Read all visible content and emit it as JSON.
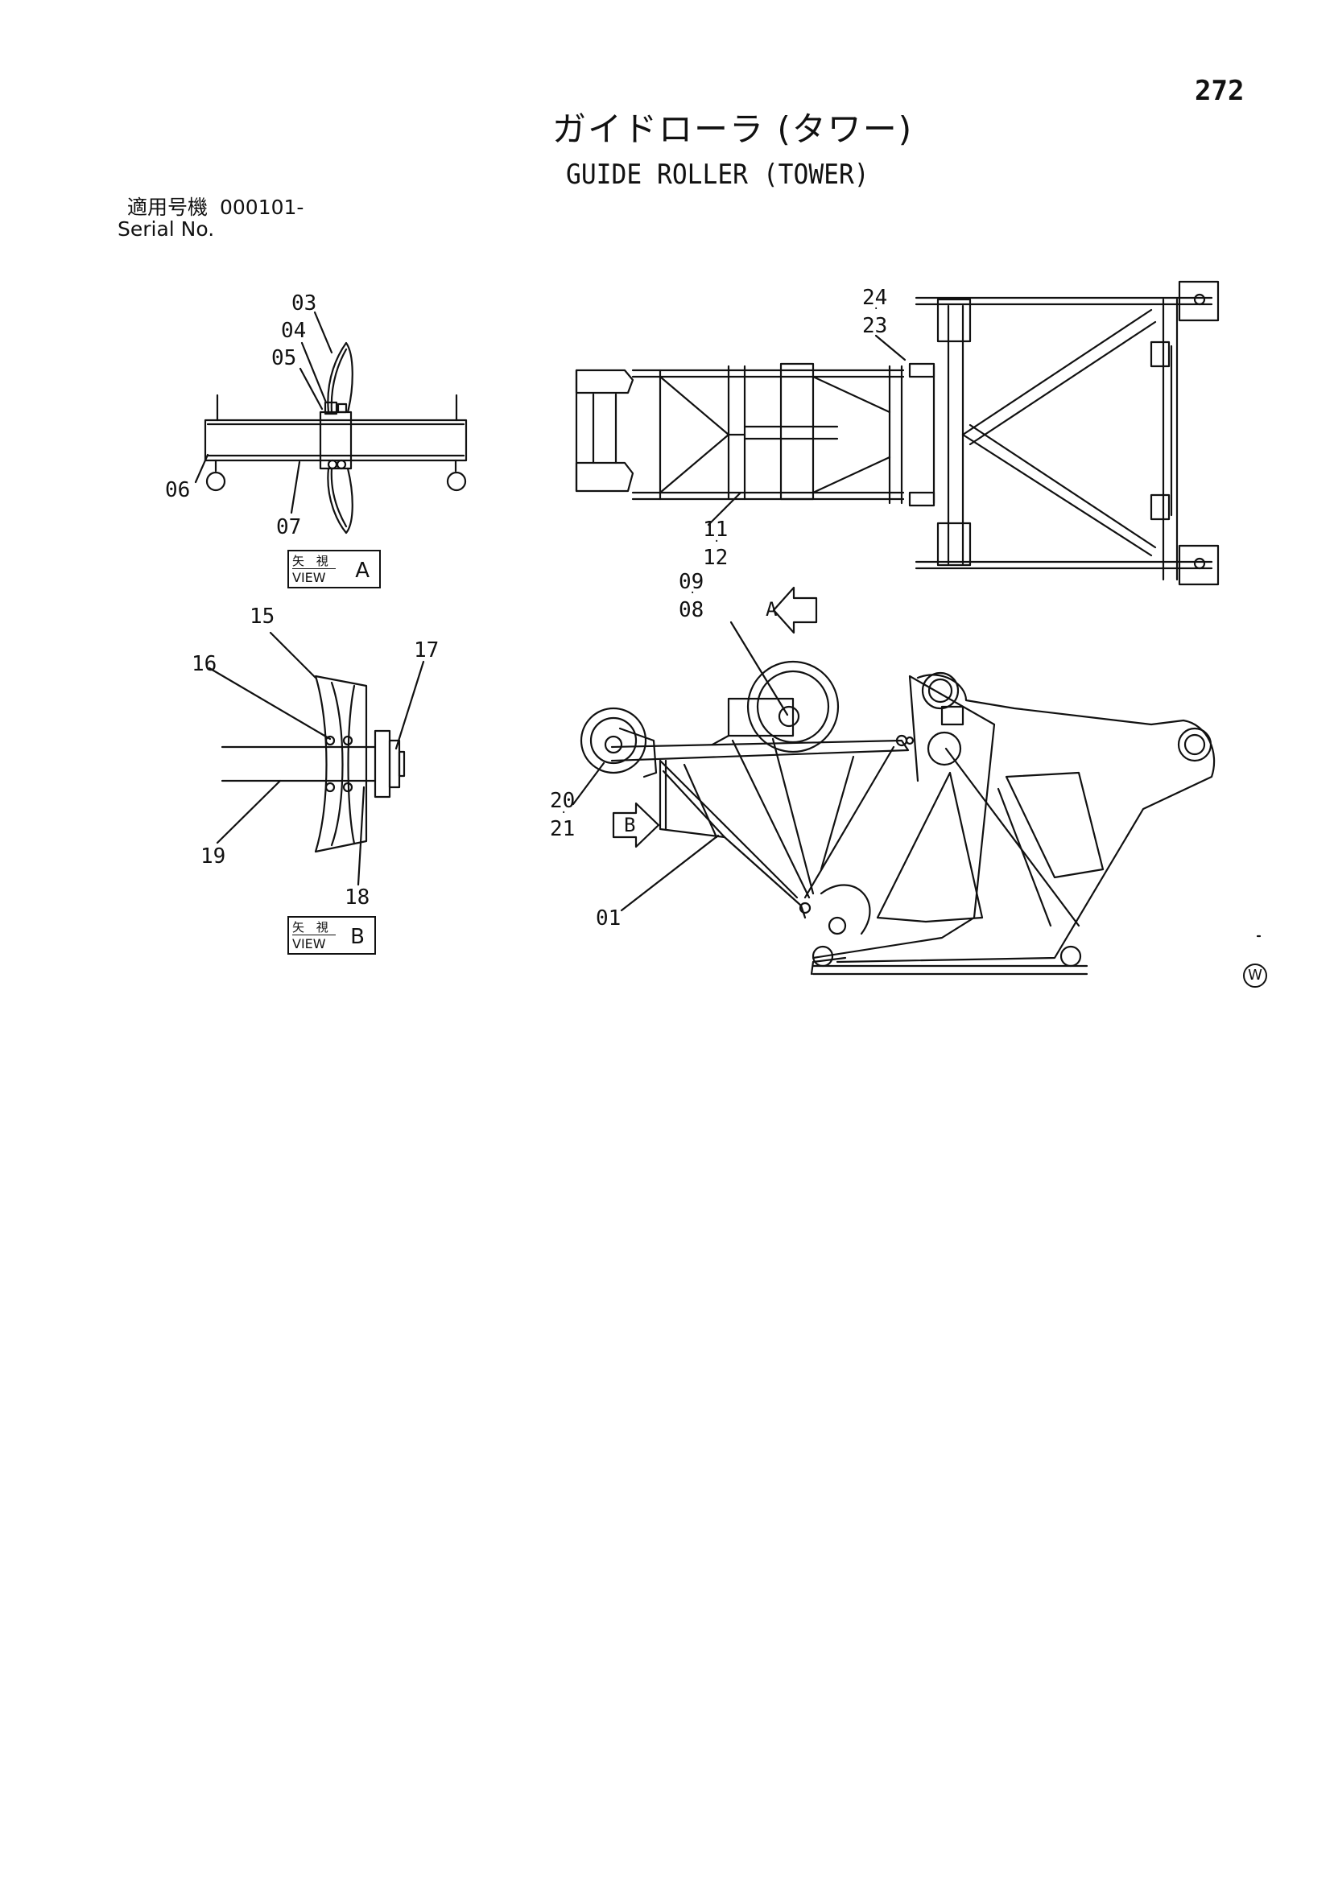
{
  "page_number": "272",
  "title": {
    "japanese": "ガイドローラ (タワー)",
    "english": "GUIDE ROLLER (TOWER)"
  },
  "serial": {
    "label_jp": "適用号機",
    "value": "000101-",
    "label_en": "Serial No."
  },
  "views": {
    "view_a": {
      "label_jp": "矢 視",
      "label_en": "VIEW",
      "letter": "A"
    },
    "view_b": {
      "label_jp": "矢 視",
      "label_en": "VIEW",
      "letter": "B"
    }
  },
  "arrows": {
    "a": "A",
    "b": "B"
  },
  "part_labels": {
    "p01": "01",
    "p03": "03",
    "p04": "04",
    "p05": "05",
    "p06": "06",
    "p07": "07",
    "p08": "08",
    "p09": "09",
    "p11": "11",
    "p12": "12",
    "p15": "15",
    "p16": "16",
    "p17": "17",
    "p18": "18",
    "p19": "19",
    "p20": "20",
    "p21": "21",
    "p23": "23",
    "p24": "24"
  },
  "watermark": "W"
}
